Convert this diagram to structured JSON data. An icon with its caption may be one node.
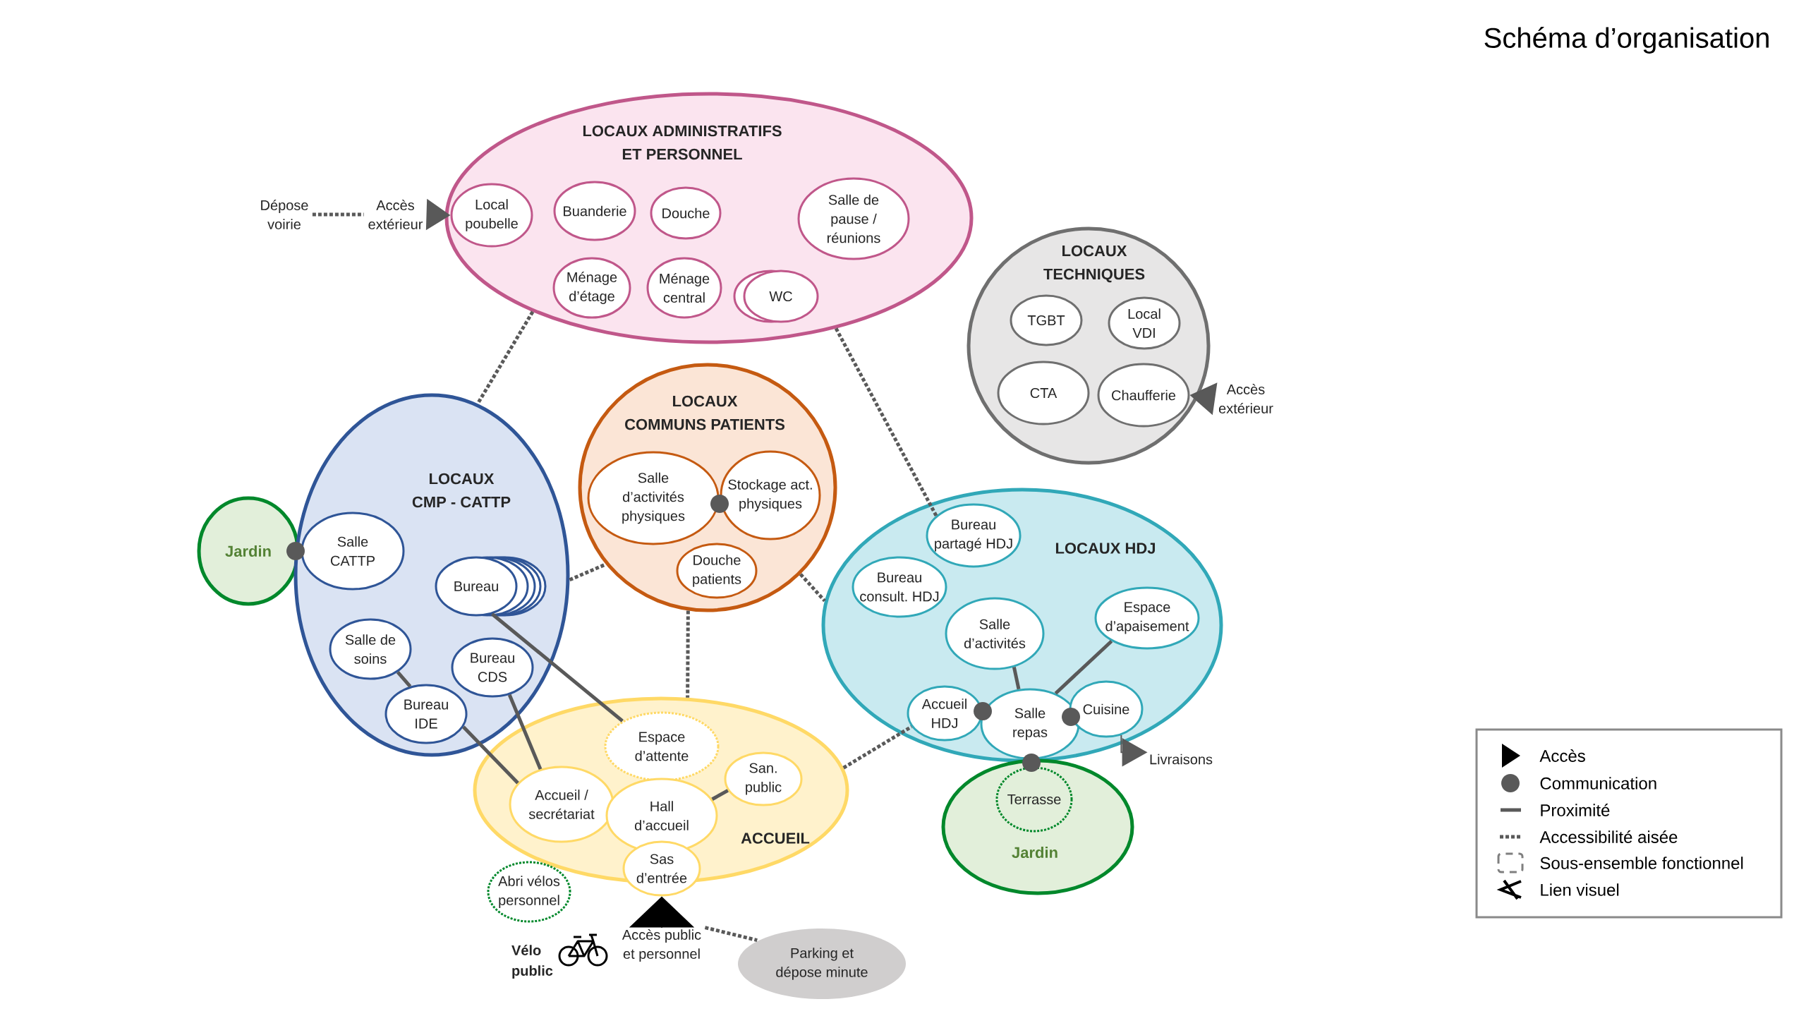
{
  "diagram": {
    "title": "Schéma d’organisation",
    "nodes": [
      {
        "text": [
          "LOCAUX ADMINISTRATIFS ET PERSONNEL"
        ]
      },
      {
        "text": [
          "Local poubelle"
        ],
        "in": 0
      },
      {
        "text": [
          "Buanderie"
        ],
        "in": 0
      },
      {
        "text": [
          "Douche"
        ],
        "in": 0
      },
      {
        "text": [
          "Salle de pause / réunions"
        ],
        "in": 0
      },
      {
        "text": [
          "Ménage d’étage"
        ],
        "in": 0
      },
      {
        "text": [
          "Ménage central"
        ],
        "in": 0
      },
      {
        "text": [
          "WC"
        ],
        "in": 0
      },
      {
        "text": [
          "Dépose voirie"
        ]
      },
      {
        "text": [
          "Accès extérieur"
        ]
      },
      {
        "text": [
          "LOCAUX TECHNIQUES"
        ]
      },
      {
        "text": [
          "TGBT"
        ],
        "in": 10
      },
      {
        "text": [
          "Local VDI"
        ],
        "in": 10
      },
      {
        "text": [
          "CTA"
        ],
        "in": 10
      },
      {
        "text": [
          "Chaufferie"
        ],
        "in": 10
      },
      {
        "text": [
          "Accès extérieur"
        ]
      },
      {
        "text": [
          "LOCAUX COMMUNS PATIENTS"
        ]
      },
      {
        "text": [
          "Salle d’activités physiques"
        ],
        "in": 16
      },
      {
        "text": [
          "Stockage act. physiques"
        ],
        "in": 16
      },
      {
        "text": [
          "Douche patients"
        ],
        "in": 16
      },
      {
        "text": [
          "Jardin"
        ]
      },
      {
        "text": [
          "LOCAUX CMP - CATTP"
        ]
      },
      {
        "text": [
          "Salle CATTP"
        ],
        "in": 21
      },
      {
        "text": [
          "Bureau"
        ],
        "in": 21
      },
      {
        "text": [
          "Salle de soins"
        ],
        "in": 21
      },
      {
        "text": [
          "Bureau CDS"
        ],
        "in": 21
      },
      {
        "text": [
          "Bureau IDE"
        ],
        "in": 21
      },
      {
        "text": [
          "LOCAUX HDJ"
        ]
      },
      {
        "text": [
          "Bureau partagé HDJ"
        ],
        "in": 27
      },
      {
        "text": [
          "Bureau consult. HDJ"
        ],
        "in": 27
      },
      {
        "text": [
          "Salle d’activités"
        ],
        "in": 27
      },
      {
        "text": [
          "Espace d’apaisement"
        ],
        "in": 27
      },
      {
        "text": [
          "Accueil HDJ"
        ],
        "in": 27
      },
      {
        "text": [
          "Salle repas"
        ],
        "in": 27
      },
      {
        "text": [
          "Cuisine"
        ],
        "in": 27
      },
      {
        "text": [
          "Livraisons"
        ]
      },
      {
        "text": [
          "Jardin"
        ]
      },
      {
        "text": [
          "Terrasse"
        ],
        "in": 36
      },
      {
        "text": [
          "ACCUEIL"
        ]
      },
      {
        "text": [
          "Espace d’attente"
        ],
        "in": 38
      },
      {
        "text": [
          "Accueil / secrétariat"
        ],
        "in": 38
      },
      {
        "text": [
          "Hall d’accueil"
        ],
        "in": 38
      },
      {
        "text": [
          "San. public"
        ],
        "in": 38
      },
      {
        "text": [
          "Sas d’entrée"
        ]
      },
      {
        "text": [
          "Abri vélos personnel"
        ]
      },
      {
        "text": [
          "Accès public et personnel"
        ]
      },
      {
        "text": [
          "Parking et dépose minute"
        ]
      }
    ],
    "edges": [
      {
        "from": 8,
        "to": 9,
        "arrow": "none",
        "style": "dashed"
      },
      {
        "from": 9,
        "to": 1,
        "arrow": "to"
      },
      {
        "from": 15,
        "to": 14,
        "arrow": "to"
      },
      {
        "from": 0,
        "to": 21,
        "arrow": "none",
        "style": "dashed"
      },
      {
        "from": 0,
        "to": 28,
        "arrow": "none",
        "style": "dashed"
      },
      {
        "from": 21,
        "to": 16,
        "arrow": "none",
        "style": "dashed"
      },
      {
        "from": 16,
        "to": 27,
        "arrow": "none",
        "style": "dashed"
      },
      {
        "from": 16,
        "to": 38,
        "arrow": "none",
        "style": "dashed"
      },
      {
        "from": 38,
        "to": 32,
        "arrow": "none",
        "style": "dashed"
      },
      {
        "from": 23,
        "to": 39,
        "arrow": "none"
      },
      {
        "from": 24,
        "to": 26,
        "arrow": "none"
      },
      {
        "from": 26,
        "to": 40,
        "arrow": "none"
      },
      {
        "from": 25,
        "to": 40,
        "arrow": "none"
      },
      {
        "from": 41,
        "to": 42,
        "arrow": "none"
      },
      {
        "from": 30,
        "to": 33,
        "arrow": "none"
      },
      {
        "from": 31,
        "to": 33,
        "arrow": "none"
      },
      {
        "from": 34,
        "to": 35,
        "arrow": "to"
      },
      {
        "from": 45,
        "to": 43,
        "arrow": "to",
        "color": "#000000"
      },
      {
        "from": 45,
        "to": 46,
        "arrow": "none",
        "style": "dashed"
      }
    ],
    "labels": [
      "Vélo public"
    ],
    "legend": [
      {
        "text": "Accès"
      },
      {
        "text": "Communication"
      },
      {
        "text": "Proximité"
      },
      {
        "text": "Accessibilité aisée"
      },
      {
        "text": "Sous-ensemble fonctionnel"
      },
      {
        "text": "Lien visuel"
      }
    ]
  }
}
